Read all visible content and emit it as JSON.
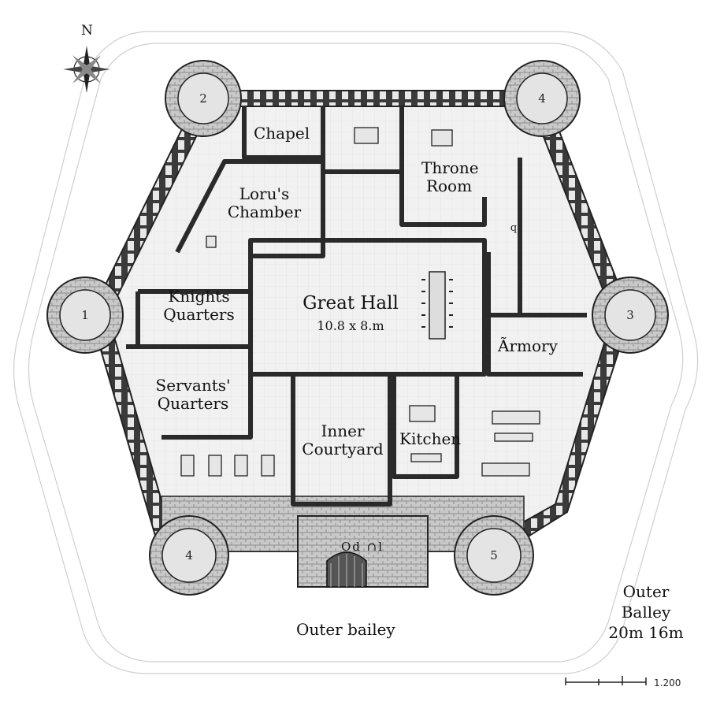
{
  "compass": {
    "north_label": "N"
  },
  "rooms": {
    "chapel": "Chapel",
    "throne_room": [
      "Throne",
      "Room"
    ],
    "lorus_chamber": [
      "Loru's",
      "Chamber"
    ],
    "knights_quarters": [
      "Knights",
      "Quarters"
    ],
    "great_hall": "Great Hall",
    "great_hall_dims": "10.8 x 8.m",
    "armory": "Ãrmory",
    "servants_quarters": [
      "Servants'",
      "Quarters"
    ],
    "inner_courtyard": [
      "Inner",
      "Courtyard"
    ],
    "kitchen": "Kitchen",
    "gatehouse": "Od  ∩l",
    "outer_bailey_bottom": "Outer bailey",
    "outer_bailey_side": [
      "Outer",
      "Balley",
      "20m 16m"
    ]
  },
  "towers": [
    "1",
    "2",
    "3",
    "4",
    "4",
    "5"
  ],
  "tower_marks": {
    "stair_mark": "q"
  },
  "scale": {
    "label": "1.200"
  },
  "colors": {
    "ink": "#1a1a1a",
    "wall": "#3a3a3a",
    "floor": "#f2f2f2",
    "tower_top": "#d9d9d9"
  }
}
